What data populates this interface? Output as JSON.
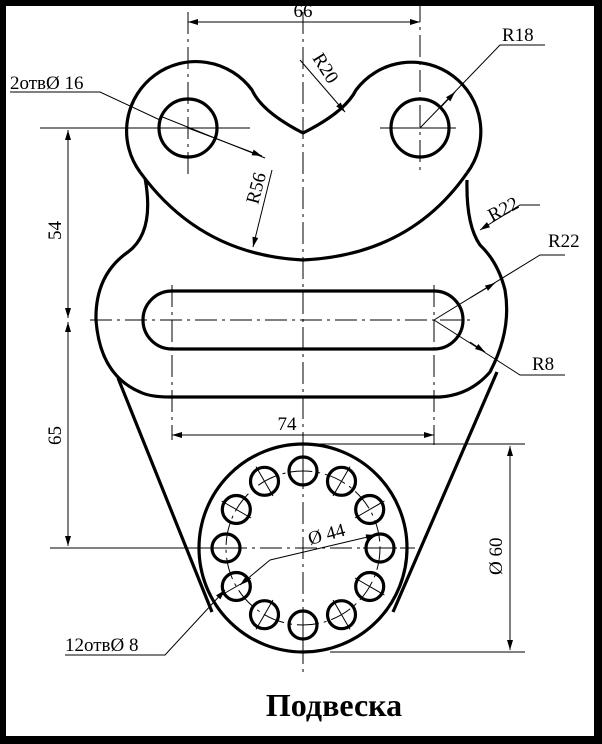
{
  "title": "Подвеска",
  "dimensions": {
    "hole_spacing": "66",
    "radius_top_concave": "R20",
    "radius_lobe": "R18",
    "holes_top": "2отвØ 16",
    "radius_inner_arc": "R56",
    "radius_side": "R22",
    "radius_side_lower": "R22",
    "radius_slot": "R8",
    "vertical_upper": "54",
    "vertical_lower": "65",
    "slot_length": "74",
    "bolt_circle": "Ø 44",
    "flange_diameter": "Ø 60",
    "holes_bolt": "12отвØ 8"
  }
}
